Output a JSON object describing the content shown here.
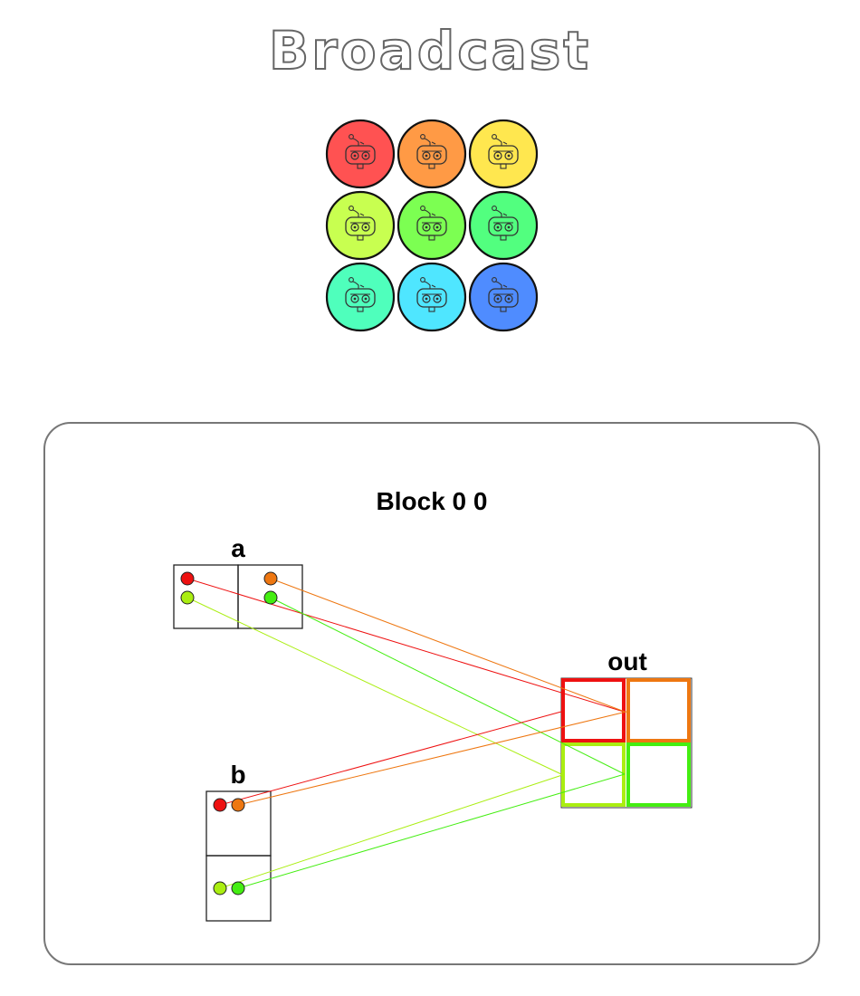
{
  "title": "Broadcast",
  "robots": {
    "colors": [
      "#ff5252",
      "#ff9a45",
      "#ffe74f",
      "#c8ff50",
      "#7cff52",
      "#52ff7f",
      "#4fffbc",
      "#4fe6ff",
      "#4f8cff"
    ]
  },
  "block": {
    "title": "Block 0 0",
    "a_label": "a",
    "b_label": "b",
    "out_label": "out"
  },
  "dot_colors": {
    "red": "#ee1111",
    "orange": "#ee7711",
    "lime": "#aaee11",
    "green": "#44ee11"
  }
}
